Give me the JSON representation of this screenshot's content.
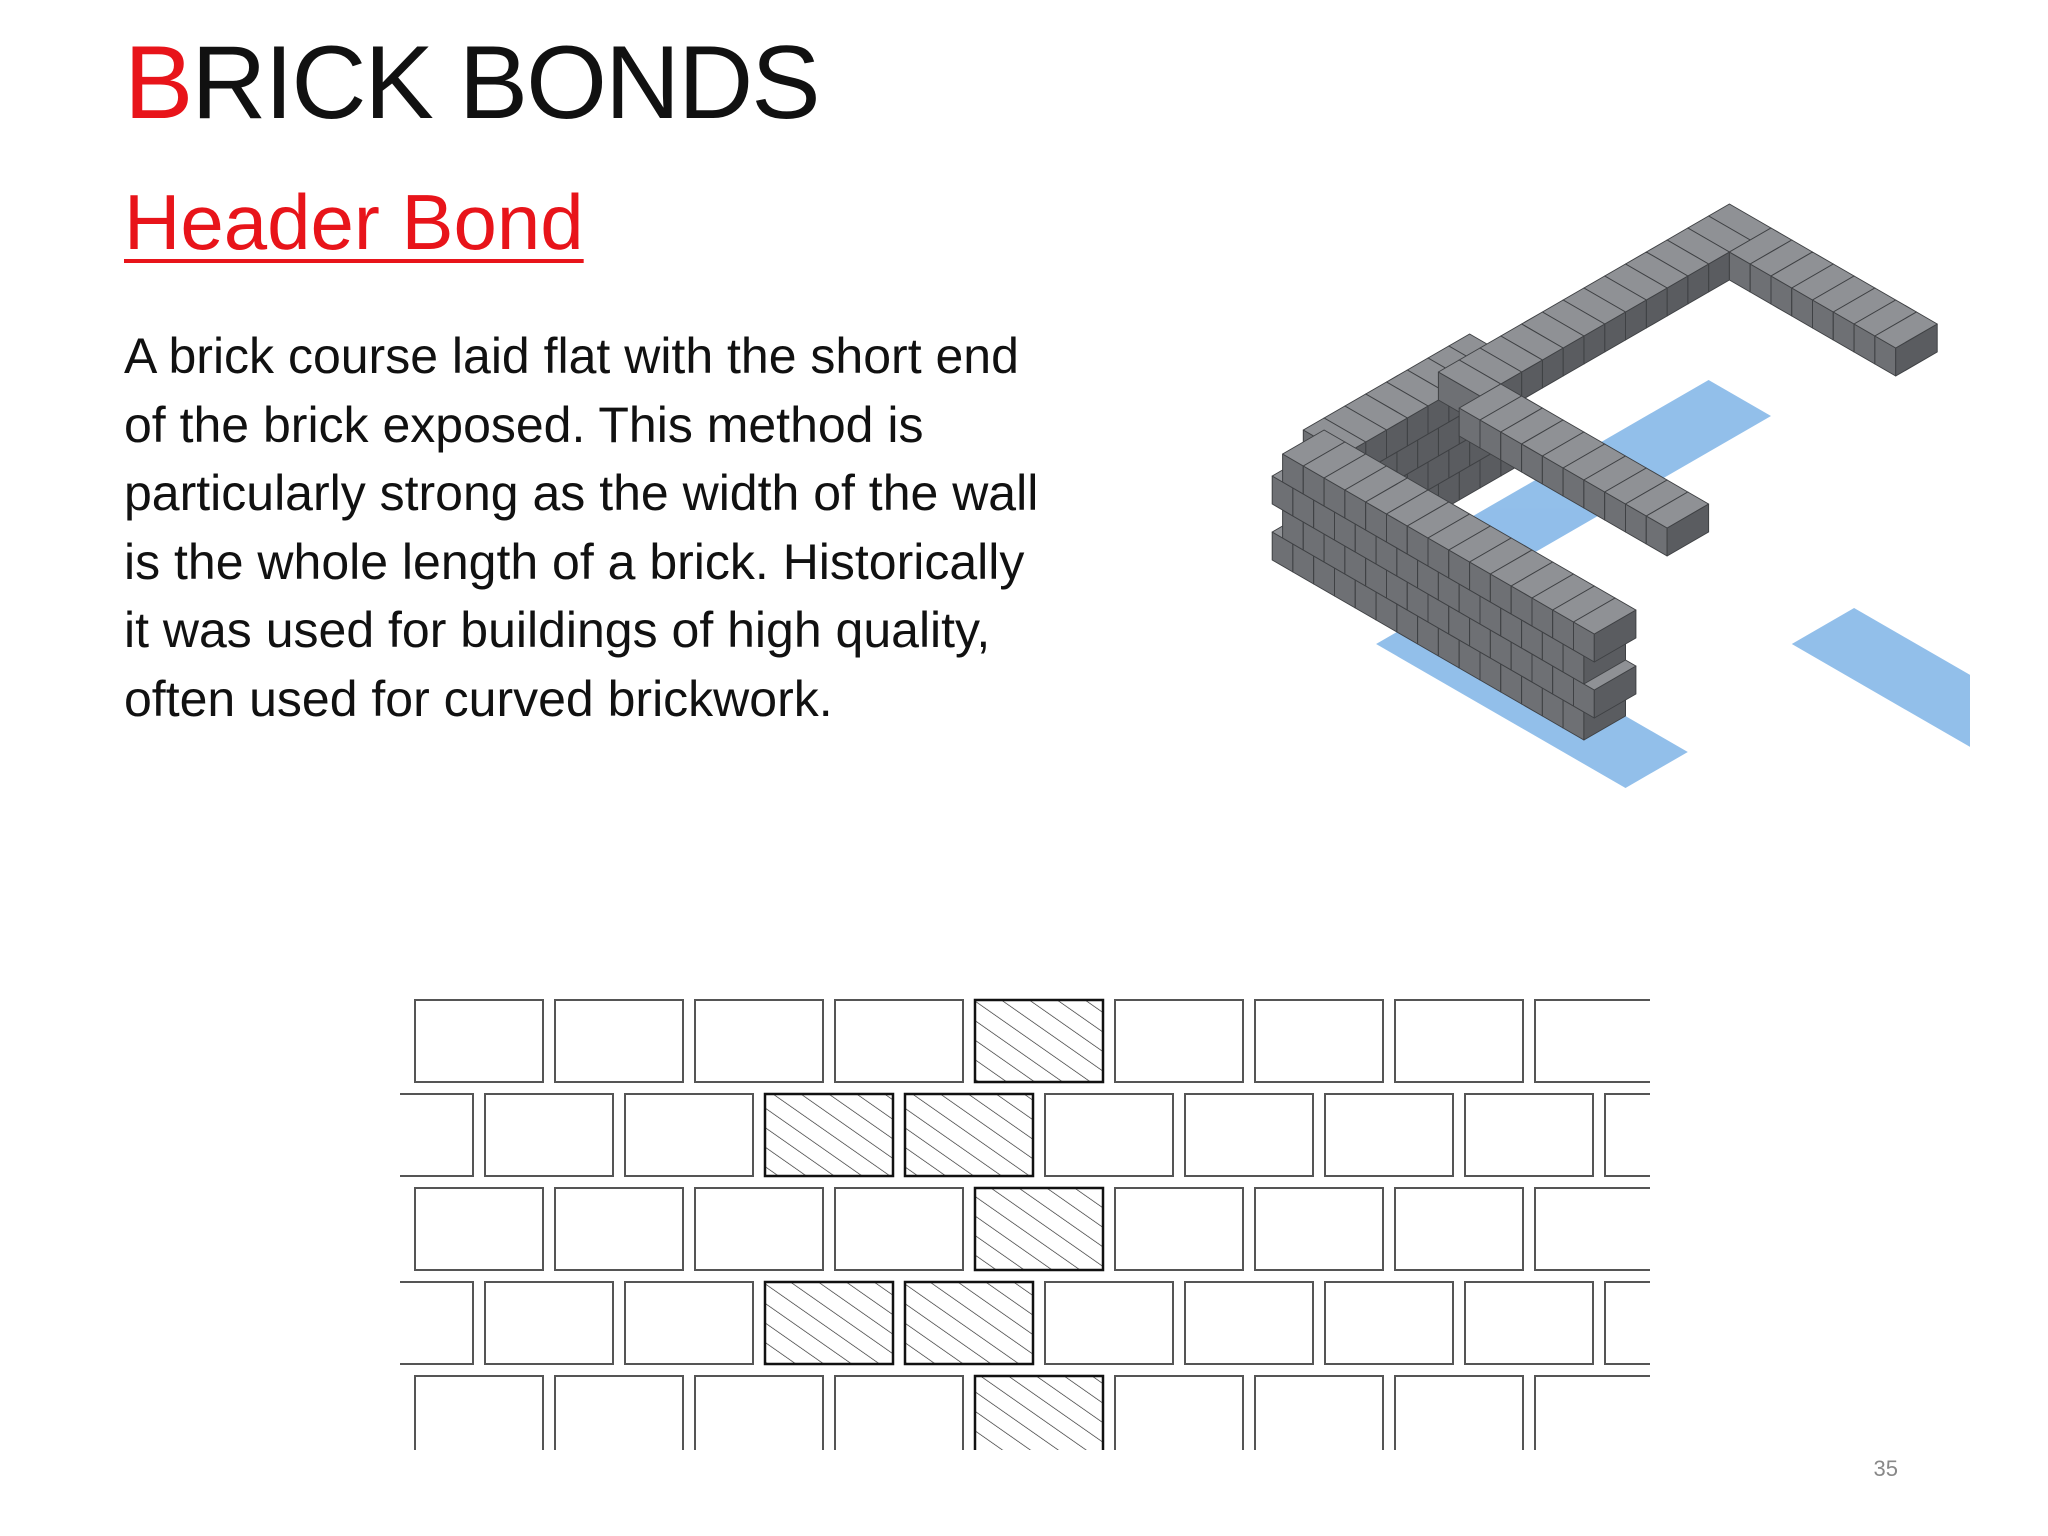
{
  "slide": {
    "title_first_letter": "B",
    "title_rest": "RICK BONDS",
    "subtitle": "Header Bond",
    "body_lines": [
      "A brick course laid flat with the short end",
      "of the brick exposed. This method is",
      "particularly strong as the width of the wall",
      "is the whole length of a brick. Historically",
      "it was used for buildings of high quality,",
      "often used for curved brickwork."
    ],
    "page_number": "35"
  },
  "colors": {
    "accent": "#e8141a",
    "text": "#111111",
    "brick_top": "#8f9195",
    "brick_left": "#6e7074",
    "brick_right": "#5a5c60",
    "shadow": "#86b8e8",
    "hatch": "#222222",
    "diagram_line": "#555555"
  },
  "icons": {
    "illustration": "isometric-header-bond-wall",
    "diagram": "header-bond-elevation-diagram"
  }
}
